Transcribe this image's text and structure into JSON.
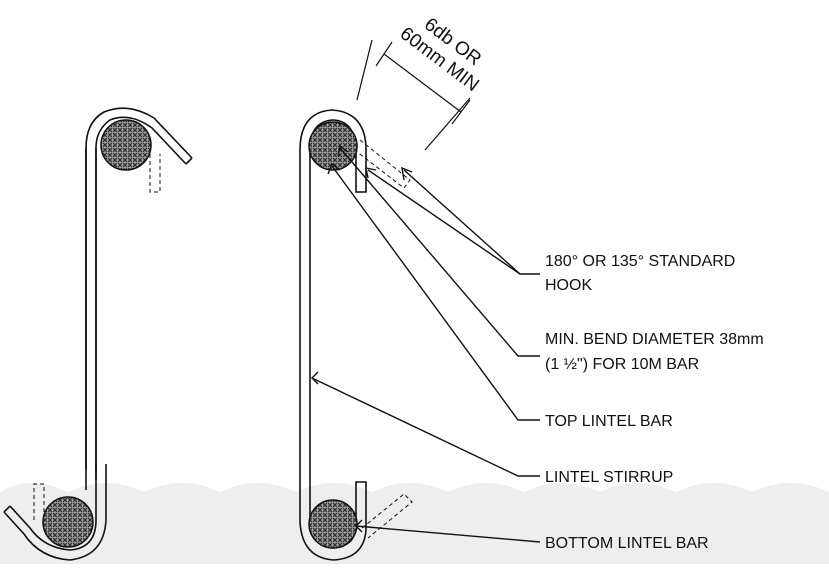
{
  "dimension_note": {
    "line1": "6db OR",
    "line2": "60mm MIN"
  },
  "callouts": [
    {
      "id": "hook",
      "lines": [
        "180° OR 135° STANDARD",
        "HOOK"
      ]
    },
    {
      "id": "bend",
      "lines": [
        "MIN. BEND DIAMETER 38mm",
        "(1 ½\") FOR 10M BAR"
      ]
    },
    {
      "id": "top-bar",
      "lines": [
        "TOP LINTEL BAR"
      ]
    },
    {
      "id": "stirrup",
      "lines": [
        "LINTEL STIRRUP"
      ]
    },
    {
      "id": "bottom-bar",
      "lines": [
        "BOTTOM LINTEL BAR"
      ]
    }
  ],
  "colors": {
    "ink": "#111111",
    "bar_fill": "#7a7a7a",
    "masonry_band": "#eeeeee"
  }
}
